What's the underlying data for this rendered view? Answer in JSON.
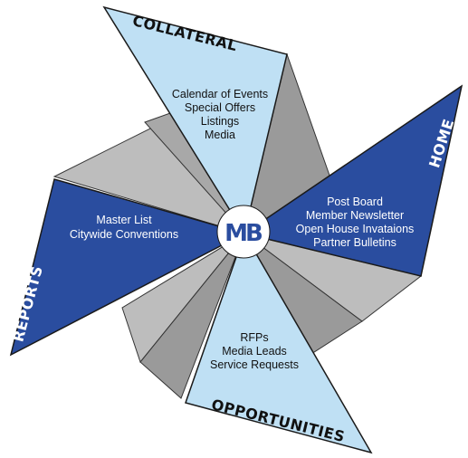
{
  "colors": {
    "light_blue": "#bfe0f4",
    "dark_blue": "#2a4d9f",
    "gray_dark": "#999999",
    "gray_light": "#bdbdbd",
    "outline": "#1a1a1a"
  },
  "logo": {
    "text": "MB",
    "icon": "mb-logo-icon"
  },
  "blades": {
    "collateral": {
      "title": "COLLATERAL",
      "items": [
        "Calendar of Events",
        "Special Offers",
        "Listings",
        "Media"
      ]
    },
    "home": {
      "title": "HOME",
      "items": [
        "Post Board",
        "Member Newsletter",
        "Open House Invataions",
        "Partner Bulletins"
      ]
    },
    "opportunities": {
      "title": "OPPORTUNITIES",
      "items": [
        "RFPs",
        "Media Leads",
        "Service Requests"
      ]
    },
    "reports": {
      "title": "REPORTS",
      "items": [
        "Master List",
        "Citywide Conventions"
      ]
    }
  }
}
